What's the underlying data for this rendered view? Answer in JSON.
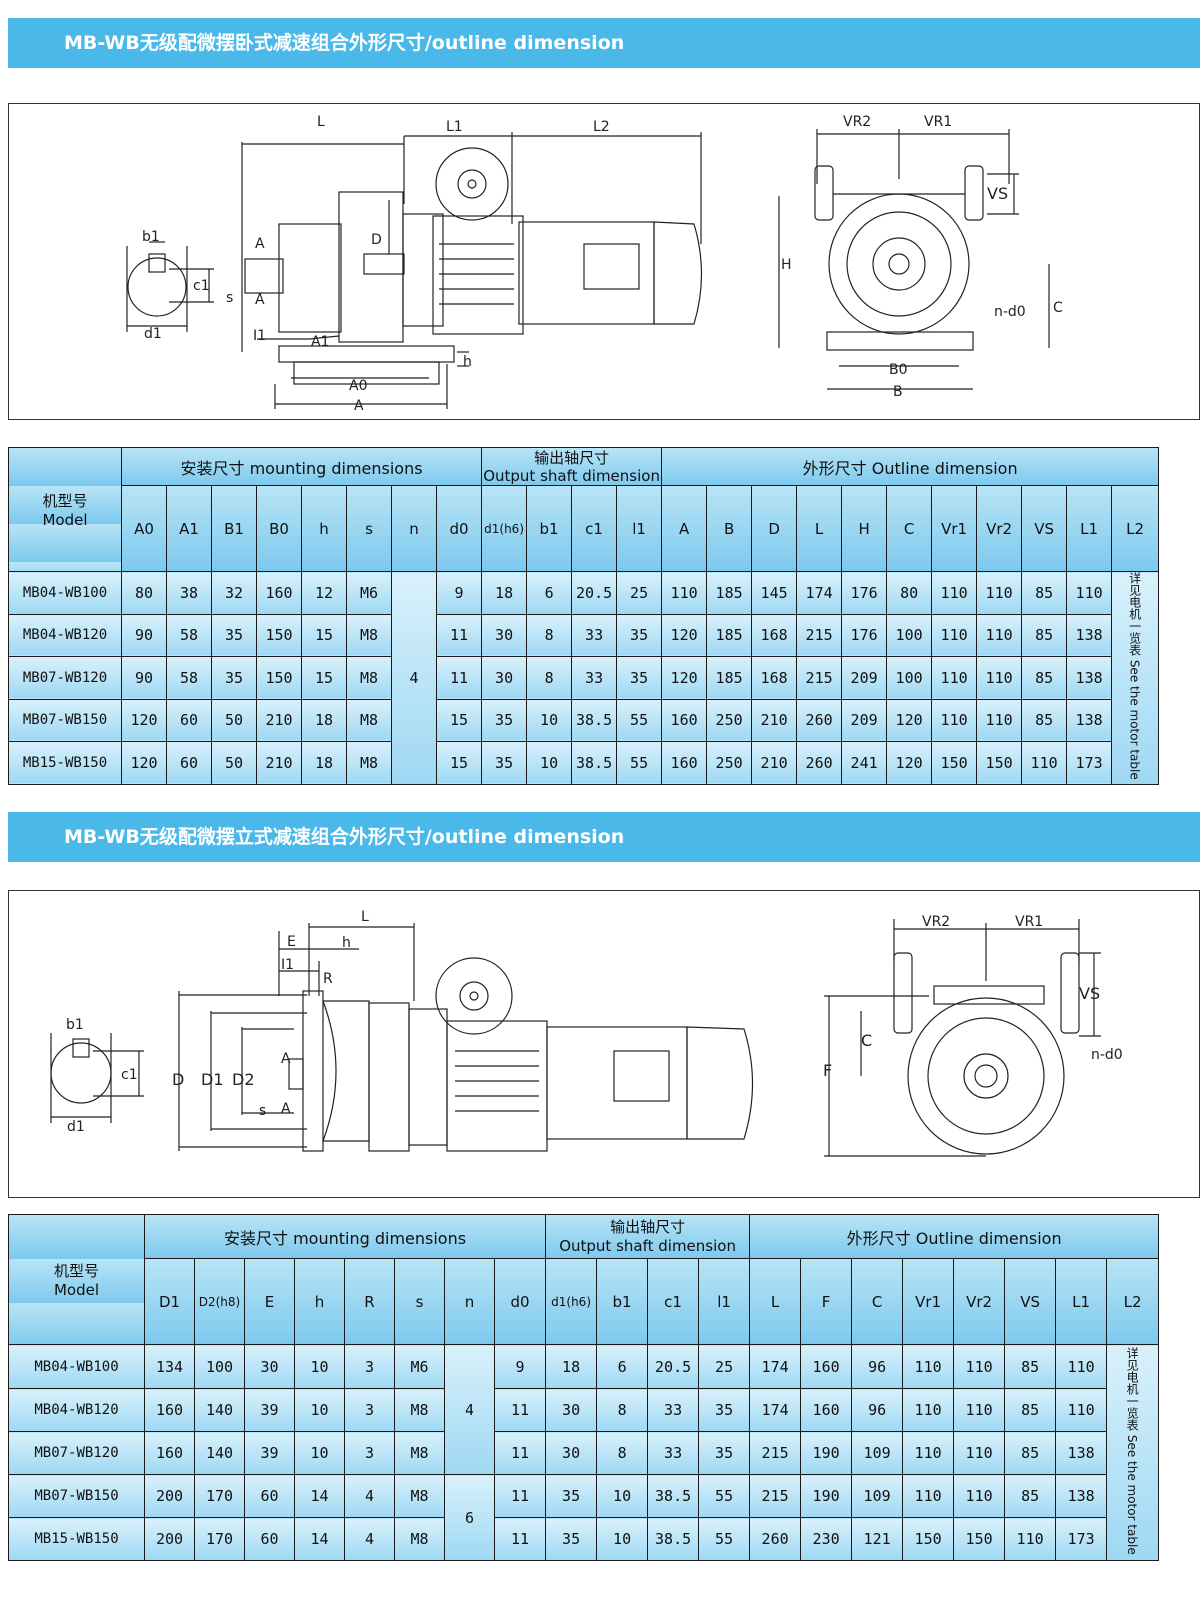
{
  "section1": {
    "title": "MB-WB无级配微摆卧式减速组合外形尺寸/outline dimension",
    "drawing_labels": {
      "L": "L",
      "L1": "L1",
      "L2": "L2",
      "VR2": "VR2",
      "VR1": "VR1",
      "VS": "VS",
      "b1": "b1",
      "c1": "c1",
      "d1": "d1",
      "D": "D",
      "A_sec": "A",
      "s": "s",
      "I1": "I1",
      "A1": "A1",
      "h": "h",
      "A0": "A0",
      "A": "A",
      "H": "H",
      "C": "C",
      "nd0": "n-d0",
      "B0": "B0",
      "B": "B"
    },
    "table": {
      "model_header": "机型号\nModel",
      "groups": {
        "mounting": "安装尺寸 mounting dimensions",
        "output": "输出轴尺寸\nOutput shaft dimension",
        "outline": "外形尺寸 Outline dimension"
      },
      "columns": [
        "A0",
        "A1",
        "B1",
        "B0",
        "h",
        "s",
        "n",
        "d0",
        "d1(h6)",
        "b1",
        "c1",
        "l1",
        "A",
        "B",
        "D",
        "L",
        "H",
        "C",
        "Vr1",
        "Vr2",
        "VS",
        "L1",
        "L2"
      ],
      "n_value": "4",
      "l2_note": "详见电机一览表 See the motor table",
      "rows": [
        {
          "model": "MB04-WB100",
          "vals": [
            "80",
            "38",
            "32",
            "160",
            "12",
            "M6",
            "9",
            "18",
            "6",
            "20.5",
            "25",
            "110",
            "185",
            "145",
            "174",
            "176",
            "80",
            "110",
            "110",
            "85",
            "110"
          ]
        },
        {
          "model": "MB04-WB120",
          "vals": [
            "90",
            "58",
            "35",
            "150",
            "15",
            "M8",
            "11",
            "30",
            "8",
            "33",
            "35",
            "120",
            "185",
            "168",
            "215",
            "176",
            "100",
            "110",
            "110",
            "85",
            "138"
          ]
        },
        {
          "model": "MB07-WB120",
          "vals": [
            "90",
            "58",
            "35",
            "150",
            "15",
            "M8",
            "11",
            "30",
            "8",
            "33",
            "35",
            "120",
            "185",
            "168",
            "215",
            "209",
            "100",
            "110",
            "110",
            "85",
            "138"
          ]
        },
        {
          "model": "MB07-WB150",
          "vals": [
            "120",
            "60",
            "50",
            "210",
            "18",
            "M8",
            "15",
            "35",
            "10",
            "38.5",
            "55",
            "160",
            "250",
            "210",
            "260",
            "209",
            "120",
            "110",
            "110",
            "85",
            "138"
          ]
        },
        {
          "model": "MB15-WB150",
          "vals": [
            "120",
            "60",
            "50",
            "210",
            "18",
            "M8",
            "15",
            "35",
            "10",
            "38.5",
            "55",
            "160",
            "250",
            "210",
            "260",
            "241",
            "120",
            "150",
            "150",
            "110",
            "173"
          ]
        }
      ]
    }
  },
  "section2": {
    "title": "MB-WB无级配微摆立式减速组合外形尺寸/outline dimension",
    "drawing_labels": {
      "L": "L",
      "E": "E",
      "h": "h",
      "I1": "I1",
      "R": "R",
      "b1": "b1",
      "c1": "c1",
      "d1": "d1",
      "D": "D",
      "D1": "D1",
      "D2": "D2",
      "A_sec": "A",
      "s": "s",
      "VR2": "VR2",
      "VR1": "VR1",
      "VS": "VS",
      "C": "C",
      "F": "F",
      "nd0": "n-d0"
    },
    "table": {
      "model_header": "机型号\nModel",
      "groups": {
        "mounting": "安装尺寸 mounting dimensions",
        "output": "输出轴尺寸\nOutput shaft dimension",
        "outline": "外形尺寸 Outline dimension"
      },
      "columns": [
        "D1",
        "D2(h8)",
        "E",
        "h",
        "R",
        "s",
        "n",
        "d0",
        "d1(h6)",
        "b1",
        "c1",
        "l1",
        "L",
        "F",
        "C",
        "Vr1",
        "Vr2",
        "VS",
        "L1",
        "L2"
      ],
      "n_values": [
        "4",
        "6"
      ],
      "l2_note": "详见电机一览表 See the motor table",
      "rows": [
        {
          "model": "MB04-WB100",
          "vals": [
            "134",
            "100",
            "30",
            "10",
            "3",
            "M6",
            "9",
            "18",
            "6",
            "20.5",
            "25",
            "174",
            "160",
            "96",
            "110",
            "110",
            "85",
            "110"
          ]
        },
        {
          "model": "MB04-WB120",
          "vals": [
            "160",
            "140",
            "39",
            "10",
            "3",
            "M8",
            "11",
            "30",
            "8",
            "33",
            "35",
            "174",
            "160",
            "96",
            "110",
            "110",
            "85",
            "110"
          ]
        },
        {
          "model": "MB07-WB120",
          "vals": [
            "160",
            "140",
            "39",
            "10",
            "3",
            "M8",
            "11",
            "30",
            "8",
            "33",
            "35",
            "215",
            "190",
            "109",
            "110",
            "110",
            "85",
            "138"
          ]
        },
        {
          "model": "MB07-WB150",
          "vals": [
            "200",
            "170",
            "60",
            "14",
            "4",
            "M8",
            "11",
            "35",
            "10",
            "38.5",
            "55",
            "215",
            "190",
            "109",
            "110",
            "110",
            "85",
            "138"
          ]
        },
        {
          "model": "MB15-WB150",
          "vals": [
            "200",
            "170",
            "60",
            "14",
            "4",
            "M8",
            "11",
            "35",
            "10",
            "38.5",
            "55",
            "260",
            "230",
            "121",
            "150",
            "150",
            "110",
            "173"
          ]
        }
      ]
    }
  }
}
